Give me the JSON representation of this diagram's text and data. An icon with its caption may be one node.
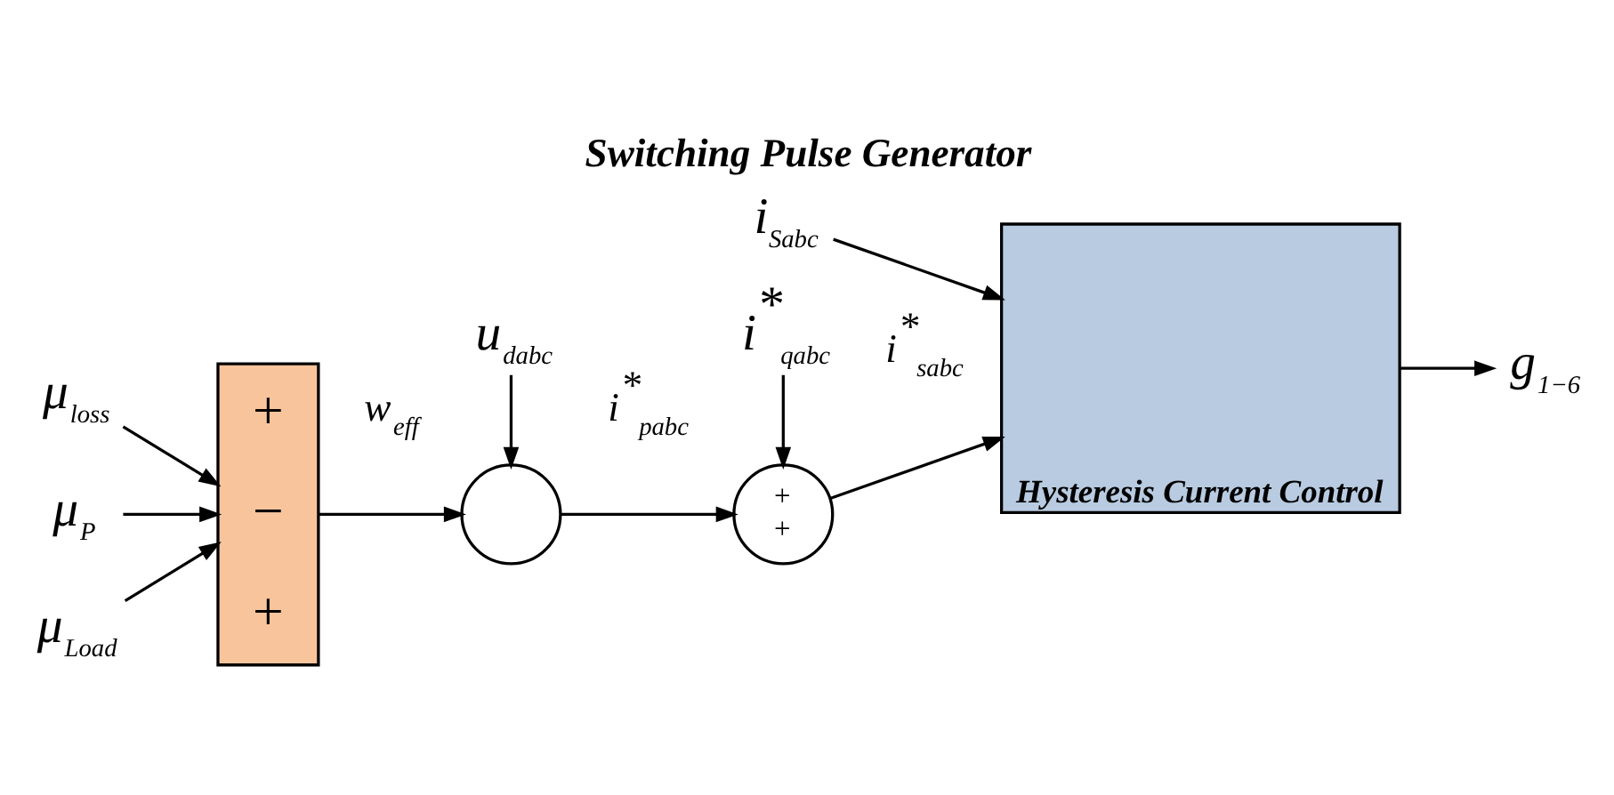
{
  "diagram": {
    "title": "Switching Pulse Generator",
    "nodes": [
      {
        "text": [
          "+",
          "−",
          "+"
        ]
      },
      {
        "text": [],
        "shape": "circle"
      },
      {
        "text": [
          "+",
          "+"
        ]
      },
      {
        "text": [
          "Hysteresis Current Control"
        ]
      },
      {
        "text": [
          "μ$_{loss}$"
        ]
      },
      {
        "text": [
          "μ$_{P}$"
        ]
      },
      {
        "text": [
          "μ$_{Load}$"
        ]
      },
      {
        "text": [
          "u$_{dabc}$"
        ]
      },
      {
        "text": [
          "i$^{*}$$_{qabc}$"
        ]
      },
      {
        "text": [
          "i$_{Sabc}$"
        ]
      },
      {
        "text": [
          "g$_{1−6}$"
        ]
      }
    ],
    "edges": [
      {
        "from": 4,
        "to": 0,
        "arrow": "to"
      },
      {
        "from": 5,
        "to": 0,
        "arrow": "to"
      },
      {
        "from": 6,
        "to": 0,
        "arrow": "to"
      },
      {
        "from": 0,
        "to": 1,
        "arrow": "to",
        "label": "w$_{eff}$"
      },
      {
        "from": 7,
        "to": 1,
        "arrow": "to"
      },
      {
        "from": 1,
        "to": 2,
        "arrow": "to",
        "label": "i$^{*}$$_{pabc}$"
      },
      {
        "from": 8,
        "to": 2,
        "arrow": "to"
      },
      {
        "from": 2,
        "to": 3,
        "arrow": "to",
        "label": "i$^{*}$$_{sabc}$"
      },
      {
        "from": 9,
        "to": 3,
        "arrow": "to"
      },
      {
        "from": 3,
        "to": 10,
        "arrow": "to"
      }
    ]
  }
}
